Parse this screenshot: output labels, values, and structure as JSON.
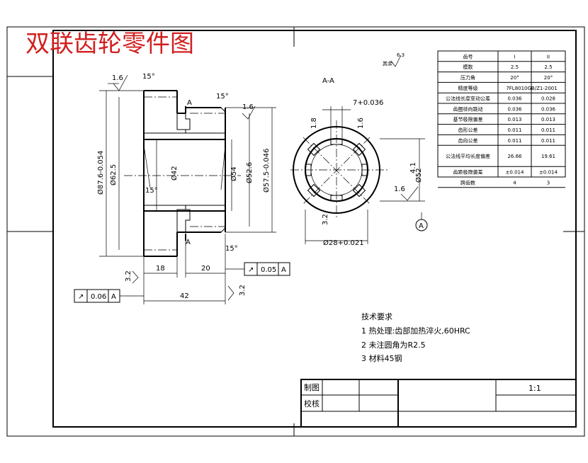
{
  "title": "双联齿轮零件图",
  "section_label": "A-A",
  "remaining_roughness": "其余",
  "remaining_roughness_value": "6.3",
  "dimensions": {
    "d876": "Ø87.6-0.054",
    "d625": "Ø62.5",
    "d42": "Ø42",
    "d54": "Ø54",
    "d526": "Ø52.6",
    "d575": "Ø57.5-0.046",
    "d52": "Ø52",
    "d28": "Ø28+0.021",
    "w7": "7+0.036",
    "r16_a": "1.6",
    "r16_b": "1.6",
    "r16_c": "1.6",
    "r32_a": "3.2",
    "r32_b": "3.2",
    "r32_c": "3.2",
    "len18": "18",
    "len20": "20",
    "len42": "42",
    "v18": "1.8",
    "v41": "4.1",
    "ang15a": "15°",
    "ang15b": "15°",
    "ang15c": "15°",
    "ang15d": "15°",
    "datum_a": "A",
    "tol_sym": "↗",
    "tol_value": "0.05",
    "tol_datum": "A",
    "tol2_sym": "↗",
    "tol2_value": "0.06",
    "tol2_datum": "A"
  },
  "param_table": {
    "header": [
      "齿号",
      "I",
      "II"
    ],
    "rows": [
      [
        "模数",
        "2.5",
        "2.5"
      ],
      [
        "压力角",
        "20°",
        "20°"
      ],
      [
        "精度等级",
        "7FL8010GB/Z1-2001",
        ""
      ],
      [
        "公法线长度变动公差",
        "0.036",
        "0.028"
      ],
      [
        "齿圈径向跳动",
        "0.036",
        "0.036"
      ],
      [
        "基节极限偏差",
        "0.013",
        "0.013"
      ],
      [
        "齿形公差",
        "0.011",
        "0.011"
      ],
      [
        "齿向公差",
        "0.011",
        "0.011"
      ],
      [
        "公法线平均长度偏差",
        "26.66",
        "19.61"
      ],
      [
        "齿距极限偏差",
        "±0.014",
        "±0.014"
      ],
      [
        "跨齿数",
        "4",
        "3"
      ]
    ]
  },
  "tech_req": {
    "heading": "技术要求",
    "items": [
      "1  热处理:齿部加热淬火,60HRC",
      "2  未注圆角为R2.5",
      "3  材料45钢"
    ]
  },
  "title_block": {
    "drawn": "制图",
    "checked": "校核",
    "scale": "1:1"
  }
}
